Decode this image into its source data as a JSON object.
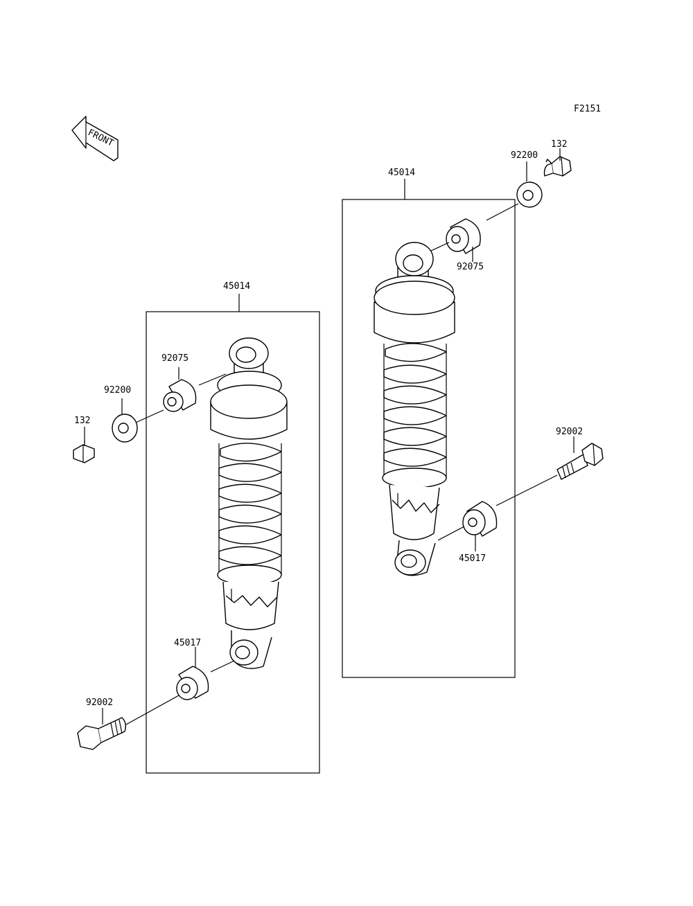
{
  "figure_code": "F2151",
  "front_arrow_label": "FRONT",
  "left_assembly": {
    "shock": "45014",
    "collar_top": "92075",
    "washer": "92200",
    "bolt_top": "132",
    "collar_bottom": "45017",
    "bolt_bottom": "92002"
  },
  "right_assembly": {
    "shock": "45014",
    "washer": "92200",
    "bolt_top": "132",
    "collar_top": "92075",
    "bolt_bottom": "92002",
    "collar_bottom": "45017"
  }
}
